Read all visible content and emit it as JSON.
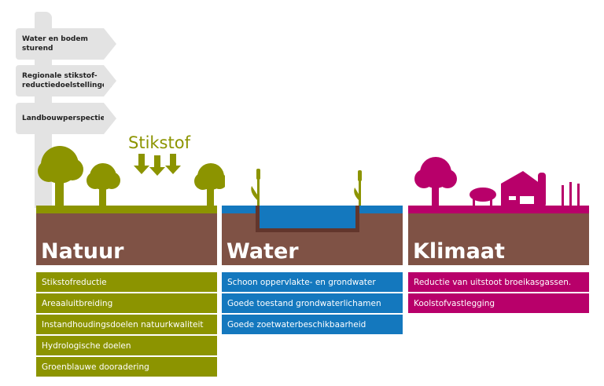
{
  "signpost": {
    "items": [
      "Water en bodem sturend",
      "Regionale stikstof-reductiedoelstellingen",
      "Landbouwperspectief"
    ]
  },
  "stikstof_label": "Stikstof",
  "colors": {
    "natuur": "#8c9400",
    "water": "#1478be",
    "klimaat": "#b8006a",
    "soil": "#7f5245"
  },
  "columns": [
    {
      "title": "Natuur",
      "items": [
        "Stikstofreductie",
        "Areaaluitbreiding",
        "Instandhoudingsdoelen natuurkwaliteit",
        "Hydrologische doelen",
        "Groenblauwe dooradering"
      ]
    },
    {
      "title": "Water",
      "items": [
        "Schoon oppervlakte- en grondwater",
        "Goede toestand grondwaterlichamen",
        "Goede zoetwaterbeschikbaarheid"
      ]
    },
    {
      "title": "Klimaat",
      "items": [
        "Reductie van uitstoot broeikasgassen.",
        "Koolstofvastlegging"
      ]
    }
  ]
}
